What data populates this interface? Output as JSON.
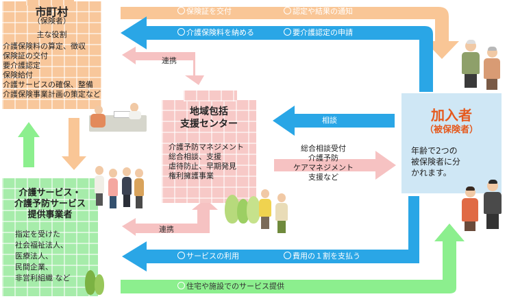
{
  "municipality": {
    "title": "市町村",
    "subtitle": "（保険者）",
    "roles_heading": "主な役割",
    "roles": [
      "介護保険料の算定、徴収",
      "保険証の交付",
      "要介護認定",
      "保険給付",
      "介護サービスの確保、整備",
      "介護保険事業計画の策定など"
    ]
  },
  "center": {
    "title_line1": "地域包括",
    "title_line2": "支援センター",
    "items": [
      "介護予防マネジメント",
      "総合相談、支援",
      "虐待防止、早期発見",
      "権利擁護事業"
    ]
  },
  "provider": {
    "title_line1": "介護サービス・",
    "title_line2": "介護予防サービス",
    "title_line3": "提供事業者",
    "items": [
      "指定を受けた",
      "社会福祉法人、",
      "医療法人、",
      "民間企業、",
      "非営利組織 など"
    ]
  },
  "insured": {
    "title": "加入者",
    "subtitle": "（被保険者）",
    "desc": [
      "年齢で2つの",
      "被保険者に分",
      "かれます。"
    ]
  },
  "flows": {
    "top_orange_a": "保険証を交付",
    "top_orange_b": "認定や結果の通知",
    "top_blue_a": "介護保険料を納める",
    "top_blue_b": "要介護認定の申請",
    "consult": "相談",
    "center_services": [
      "総合相談受付",
      "介護予防",
      "ケアマネジメント",
      "支援など"
    ],
    "cooperation_top": "連携",
    "cooperation_bottom": "連携",
    "bottom_blue_a": "サービスの利用",
    "bottom_blue_b": "費用の１割を支払う",
    "bottom_green": "住宅や施設でのサービス提供"
  },
  "colors": {
    "orange_arrow": "#f9c696",
    "blue_arrow": "#2aa6e6",
    "pink_arrow": "#f6c2c2",
    "green_arrow": "#8cef8e",
    "insured_box": "#cfe7f5",
    "insured_title": "#e5591d"
  }
}
